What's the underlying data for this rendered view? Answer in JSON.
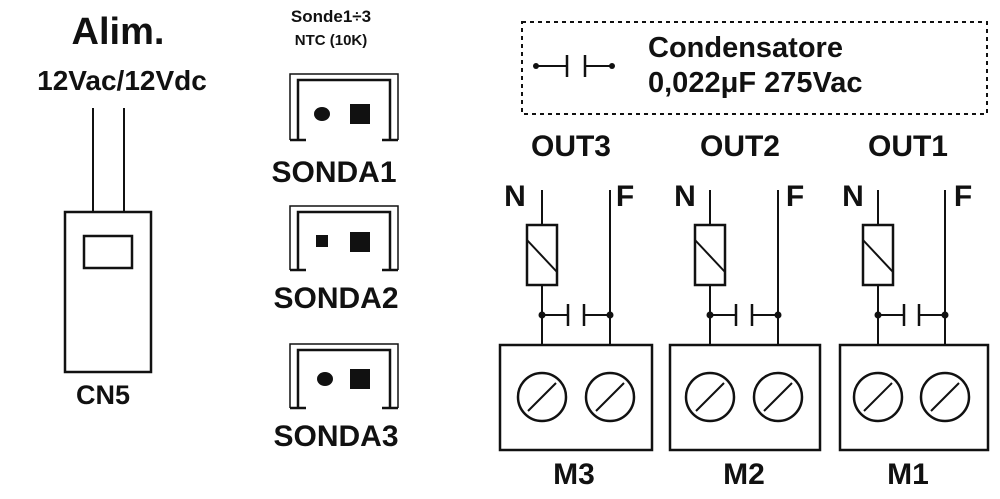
{
  "power": {
    "title": "Alim.",
    "spec": "12Vac/12Vdc",
    "connector_label": "CN5"
  },
  "probes": {
    "header_line1": "Sonde1÷3",
    "header_line2": "NTC (10K)",
    "items": [
      {
        "label": "SONDA1"
      },
      {
        "label": "SONDA2"
      },
      {
        "label": "SONDA3"
      }
    ]
  },
  "legend": {
    "line1": "Condensatore",
    "line2": "0,022μF 275Vac"
  },
  "outputs": [
    {
      "label": "OUT3",
      "neutral": "N",
      "phase": "F",
      "terminal": "M3"
    },
    {
      "label": "OUT2",
      "neutral": "N",
      "phase": "F",
      "terminal": "M2"
    },
    {
      "label": "OUT1",
      "neutral": "N",
      "phase": "F",
      "terminal": "M1"
    }
  ]
}
